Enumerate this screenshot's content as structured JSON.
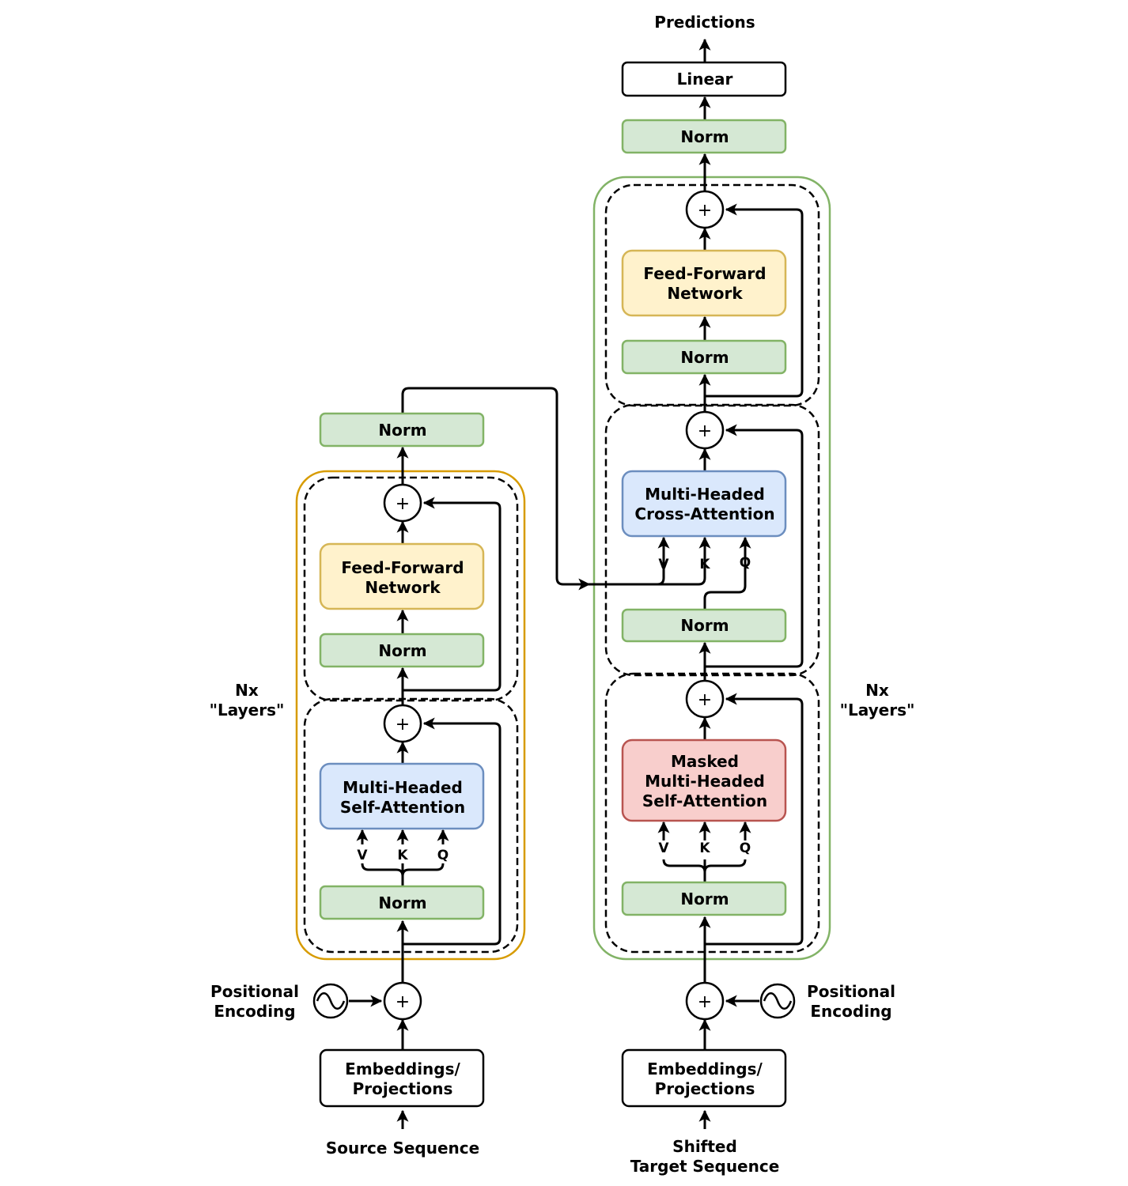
{
  "colors": {
    "norm_fill": "#d5e8d4",
    "norm_stroke": "#82b366",
    "ffn_fill": "#fff2cc",
    "ffn_stroke": "#d6b656",
    "attn_fill": "#dae8fc",
    "attn_stroke": "#6c8ebf",
    "masked_fill": "#f8cecc",
    "masked_stroke": "#b85450",
    "encoder_border": "#d79b00",
    "decoder_border": "#82b366"
  },
  "encoder": {
    "input_label": "Source Sequence",
    "embeddings_label": [
      "Embeddings/",
      "Projections"
    ],
    "positional_label": [
      "Positional",
      "Encoding"
    ],
    "layers_label": [
      "Nx",
      "\"Layers\""
    ],
    "attn_norm": "Norm",
    "self_attention": [
      "Multi-Headed",
      "Self-Attention"
    ],
    "qkv": [
      "V",
      "K",
      "Q"
    ],
    "ffn_norm": "Norm",
    "ffn": [
      "Feed-Forward",
      "Network"
    ],
    "final_norm": "Norm",
    "add_symbol": "+"
  },
  "decoder": {
    "input_label": [
      "Shifted",
      "Target Sequence"
    ],
    "embeddings_label": [
      "Embeddings/",
      "Projections"
    ],
    "positional_label": [
      "Positional",
      "Encoding"
    ],
    "layers_label": [
      "Nx",
      "\"Layers\""
    ],
    "self_attn_norm": "Norm",
    "masked_attention": [
      "Masked",
      "Multi-Headed",
      "Self-Attention"
    ],
    "qkv_self": [
      "V",
      "K",
      "Q"
    ],
    "cross_norm": "Norm",
    "cross_attention": [
      "Multi-Headed",
      "Cross-Attention"
    ],
    "qkv_cross": [
      "V",
      "K",
      "Q"
    ],
    "ffn_norm": "Norm",
    "ffn": [
      "Feed-Forward",
      "Network"
    ],
    "final_norm": "Norm",
    "linear": "Linear",
    "output_label": "Predictions",
    "add_symbol": "+"
  }
}
